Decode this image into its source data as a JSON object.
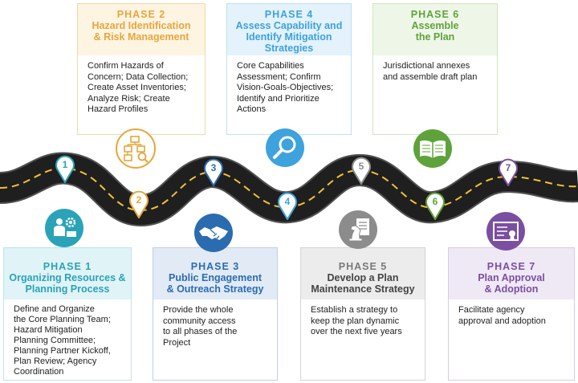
{
  "colors": {
    "teal": "#2aa3b8",
    "orange": "#e8a63a",
    "blue": "#2b6cb0",
    "skyblue": "#3ea2dd",
    "gray": "#8c8c8c",
    "green": "#5ea33a",
    "purple": "#7a4fa0"
  },
  "phases": [
    {
      "num": "1",
      "phase": "PHASE 1",
      "title_line1": "Organizing Resources &",
      "title_line2": "Planning Process",
      "title_line3": "",
      "body": [
        "Define and Organize",
        "the Core Planning Team;",
        "Hazard Mitigation",
        "Planning Committee;",
        "Planning Partner Kickoff,",
        "Plan Review; Agency",
        "Coordination"
      ],
      "icon": "people-gear-icon"
    },
    {
      "num": "2",
      "phase": "PHASE 2",
      "title_line1": "Hazard Identification",
      "title_line2": "& Risk Management",
      "title_line3": "",
      "body": [
        "Confirm Hazards of",
        "Concern; Data Collection;",
        "Create Asset Inventories;",
        "Analyze Risk; Create",
        "Hazard Profiles"
      ],
      "icon": "flowchart-search-icon"
    },
    {
      "num": "3",
      "phase": "PHASE 3",
      "title_line1": "Public Engagement",
      "title_line2": "& Outreach Strategy",
      "title_line3": "",
      "body": [
        "Provide the whole",
        "community access",
        "to all phases of the",
        "Project"
      ],
      "icon": "handshake-icon"
    },
    {
      "num": "4",
      "phase": "PHASE 4",
      "title_line1": "Assess Capability and",
      "title_line2": "Identify Mitigation",
      "title_line3": "Strategies",
      "body": [
        "Core Capabilities",
        "Assessment; Confirm",
        "Vision-Goals-Objectives;",
        "Identify and Prioritize",
        "Actions"
      ],
      "icon": "magnifier-icon"
    },
    {
      "num": "5",
      "phase": "PHASE 5",
      "title_line1": "Develop a Plan",
      "title_line2": "Maintenance Strategy",
      "title_line3": "",
      "body": [
        "Establish a strategy to",
        "keep the plan dynamic",
        "over the next five years"
      ],
      "icon": "chess-knight-document-icon"
    },
    {
      "num": "6",
      "phase": "PHASE 6",
      "title_line1": "Assemble",
      "title_line2": "the Plan",
      "title_line3": "",
      "body": [
        "Jurisdictional annexes",
        "and assemble draft plan"
      ],
      "icon": "open-book-icon"
    },
    {
      "num": "7",
      "phase": "PHASE 7",
      "title_line1": "Plan Approval",
      "title_line2": "& Adoption",
      "title_line3": "",
      "body": [
        "Facilitate agency",
        "approval and adoption"
      ],
      "icon": "certificate-icon"
    }
  ]
}
